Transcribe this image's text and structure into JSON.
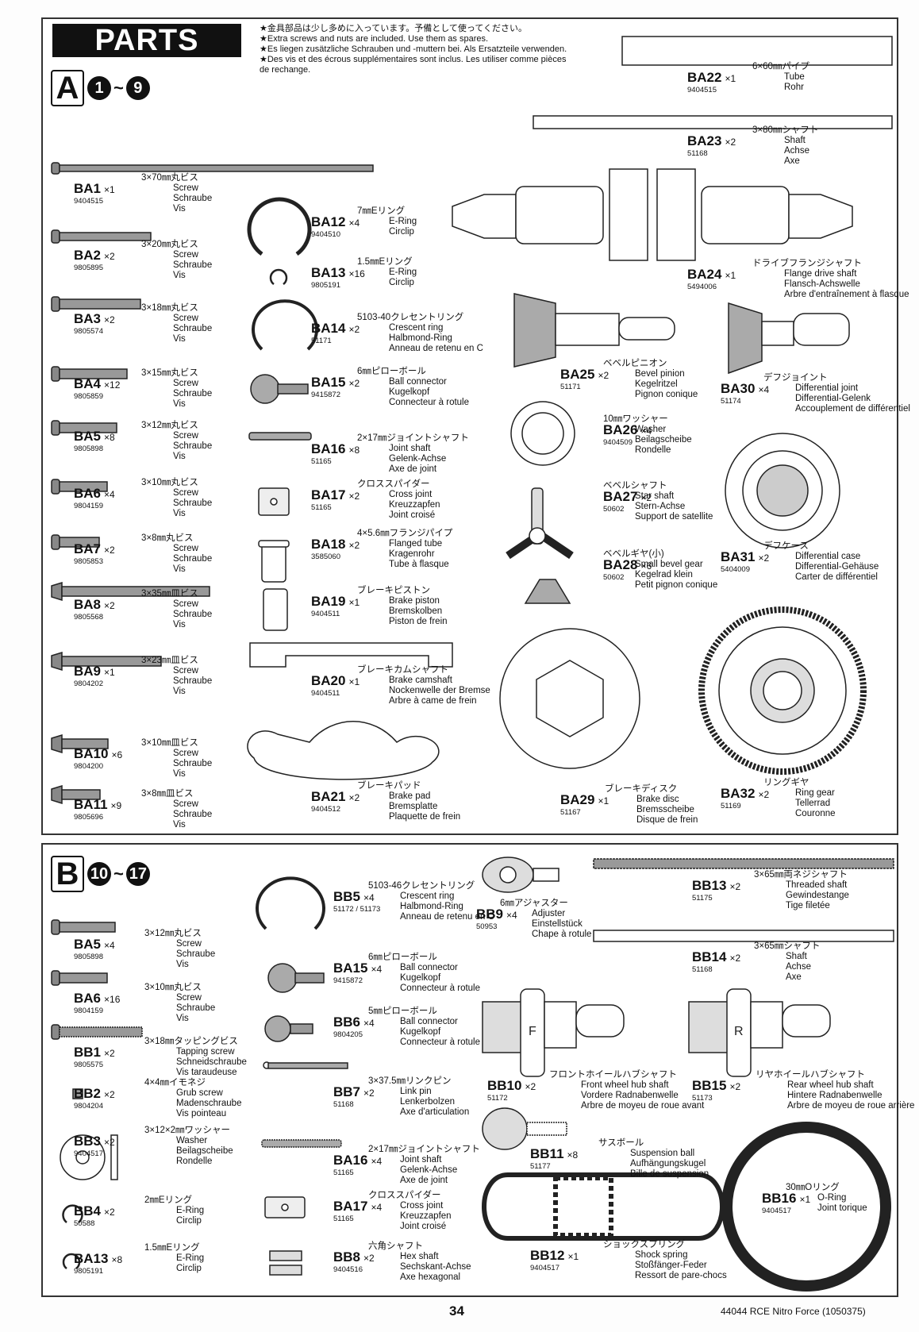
{
  "header": {
    "title": "PARTS",
    "notes": [
      "★金具部品は少し多めに入っています。予備として使ってください。",
      "★Extra screws and nuts are included. Use them as spares.",
      "★Es liegen zusätzliche Schrauben und -muttern bei. Als Ersatzteile verwenden.",
      "★Des vis et des écrous supplémentaires sont inclus. Les utiliser comme pièces de rechange."
    ]
  },
  "sectionA": {
    "letter": "A",
    "from": "1",
    "to": "9"
  },
  "sectionB": {
    "letter": "B",
    "from": "10",
    "to": "17"
  },
  "partsA_left": [
    {
      "code": "BA1",
      "qty": "×1",
      "num": "9404515",
      "ja": "3×70㎜丸ビス",
      "en": "Screw",
      "de": "Schraube",
      "fr": "Vis"
    },
    {
      "code": "BA2",
      "qty": "×2",
      "num": "9805895",
      "ja": "3×20㎜丸ビス",
      "en": "Screw",
      "de": "Schraube",
      "fr": "Vis"
    },
    {
      "code": "BA3",
      "qty": "×2",
      "num": "9805574",
      "ja": "3×18㎜丸ビス",
      "en": "Screw",
      "de": "Schraube",
      "fr": "Vis"
    },
    {
      "code": "BA4",
      "qty": "×12",
      "num": "9805859",
      "ja": "3×15㎜丸ビス",
      "en": "Screw",
      "de": "Schraube",
      "fr": "Vis"
    },
    {
      "code": "BA5",
      "qty": "×8",
      "num": "9805898",
      "ja": "3×12㎜丸ビス",
      "en": "Screw",
      "de": "Schraube",
      "fr": "Vis"
    },
    {
      "code": "BA6",
      "qty": "×4",
      "num": "9804159",
      "ja": "3×10㎜丸ビス",
      "en": "Screw",
      "de": "Schraube",
      "fr": "Vis"
    },
    {
      "code": "BA7",
      "qty": "×2",
      "num": "9805853",
      "ja": "3×8㎜丸ビス",
      "en": "Screw",
      "de": "Schraube",
      "fr": "Vis"
    },
    {
      "code": "BA8",
      "qty": "×2",
      "num": "9805568",
      "ja": "3×35㎜皿ビス",
      "en": "Screw",
      "de": "Schraube",
      "fr": "Vis"
    },
    {
      "code": "BA9",
      "qty": "×1",
      "num": "9804202",
      "ja": "3×23㎜皿ビス",
      "en": "Screw",
      "de": "Schraube",
      "fr": "Vis"
    },
    {
      "code": "BA10",
      "qty": "×6",
      "num": "9804200",
      "ja": "3×10㎜皿ビス",
      "en": "Screw",
      "de": "Schraube",
      "fr": "Vis"
    },
    {
      "code": "BA11",
      "qty": "×9",
      "num": "9805696",
      "ja": "3×8㎜皿ビス",
      "en": "Screw",
      "de": "Schraube",
      "fr": "Vis"
    }
  ],
  "partsA_mid": [
    {
      "code": "BA12",
      "qty": "×4",
      "num": "9404510",
      "ja": "7㎜Eリング",
      "en": "E-Ring",
      "de": "Circlip",
      "fr": ""
    },
    {
      "code": "BA13",
      "qty": "×16",
      "num": "9805191",
      "ja": "1.5㎜Eリング",
      "en": "E-Ring",
      "de": "Circlip",
      "fr": ""
    },
    {
      "code": "BA14",
      "qty": "×2",
      "num": "51171",
      "ja": "5103-40クレセントリング",
      "en": "Crescent ring",
      "de": "Halbmond-Ring",
      "fr": "Anneau de retenu en C"
    },
    {
      "code": "BA15",
      "qty": "×2",
      "num": "9415872",
      "ja": "6㎜ピローボール",
      "en": "Ball connector",
      "de": "Kugelkopf",
      "fr": "Connecteur à rotule"
    },
    {
      "code": "BA16",
      "qty": "×8",
      "num": "51165",
      "ja": "2×17㎜ジョイントシャフト",
      "en": "Joint shaft",
      "de": "Gelenk-Achse",
      "fr": "Axe de joint"
    },
    {
      "code": "BA17",
      "qty": "×2",
      "num": "51165",
      "ja": "クロススパイダー",
      "en": "Cross joint",
      "de": "Kreuzzapfen",
      "fr": "Joint croisé"
    },
    {
      "code": "BA18",
      "qty": "×2",
      "num": "3585060",
      "ja": "4×5.6㎜フランジパイプ",
      "en": "Flanged tube",
      "de": "Kragenrohr",
      "fr": "Tube à flasque"
    },
    {
      "code": "BA19",
      "qty": "×1",
      "num": "9404511",
      "ja": "ブレーキピストン",
      "en": "Brake piston",
      "de": "Bremskolben",
      "fr": "Piston de frein"
    },
    {
      "code": "BA20",
      "qty": "×1",
      "num": "9404511",
      "ja": "ブレーキカムシャフト",
      "en": "Brake camshaft",
      "de": "Nockenwelle der Bremse",
      "fr": "Arbre à came de frein"
    },
    {
      "code": "BA21",
      "qty": "×2",
      "num": "9404512",
      "ja": "ブレーキパッド",
      "en": "Brake pad",
      "de": "Bremsplatte",
      "fr": "Plaquette de frein"
    }
  ],
  "partsA_right": [
    {
      "code": "BA22",
      "qty": "×1",
      "num": "9404515",
      "ja": "6×60㎜パイプ",
      "en": "Tube",
      "de": "Rohr",
      "fr": ""
    },
    {
      "code": "BA23",
      "qty": "×2",
      "num": "51168",
      "ja": "3×80㎜シャフト",
      "en": "Shaft",
      "de": "Achse",
      "fr": "Axe"
    },
    {
      "code": "BA24",
      "qty": "×1",
      "num": "5494006",
      "ja": "ドライブフランジシャフト",
      "en": "Flange drive shaft",
      "de": "Flansch-Achswelle",
      "fr": "Arbre d'entraînement à flasque"
    },
    {
      "code": "BA25",
      "qty": "×2",
      "num": "51171",
      "ja": "ベベルピニオン",
      "en": "Bevel pinion",
      "de": "Kegelritzel",
      "fr": "Pignon conique"
    },
    {
      "code": "BA30",
      "qty": "×4",
      "num": "51174",
      "ja": "デフジョイント",
      "en": "Differential joint",
      "de": "Differential-Gelenk",
      "fr": "Accouplement de différentiel"
    },
    {
      "code": "BA26",
      "qty": "×4",
      "num": "9404509",
      "ja": "10㎜ワッシャー",
      "en": "Washer",
      "de": "Beilagscheibe",
      "fr": "Rondelle"
    },
    {
      "code": "BA27",
      "qty": "×2",
      "num": "50602",
      "ja": "ベベルシャフト",
      "en": "Star shaft",
      "de": "Stern-Achse",
      "fr": "Support de satellite"
    },
    {
      "code": "BA28",
      "qty": "×6",
      "num": "50602",
      "ja": "ベベルギヤ(小)",
      "en": "Small bevel gear",
      "de": "Kegelrad klein",
      "fr": "Petit pignon conique"
    },
    {
      "code": "BA31",
      "qty": "×2",
      "num": "5404009",
      "ja": "デフケース",
      "en": "Differential case",
      "de": "Differential-Gehäuse",
      "fr": "Carter de différentiel"
    },
    {
      "code": "BA29",
      "qty": "×1",
      "num": "51167",
      "ja": "ブレーキディスク",
      "en": "Brake disc",
      "de": "Bremsscheibe",
      "fr": "Disque de frein"
    },
    {
      "code": "BA32",
      "qty": "×2",
      "num": "51169",
      "ja": "リングギヤ",
      "en": "Ring gear",
      "de": "Tellerrad",
      "fr": "Couronne"
    }
  ],
  "partsB_left": [
    {
      "code": "BA5",
      "qty": "×4",
      "num": "9805898",
      "ja": "3×12㎜丸ビス",
      "en": "Screw",
      "de": "Schraube",
      "fr": "Vis"
    },
    {
      "code": "BA6",
      "qty": "×16",
      "num": "9804159",
      "ja": "3×10㎜丸ビス",
      "en": "Screw",
      "de": "Schraube",
      "fr": "Vis"
    },
    {
      "code": "BB1",
      "qty": "×2",
      "num": "9805575",
      "ja": "3×18㎜タッピングビス",
      "en": "Tapping screw",
      "de": "Schneidschraube",
      "fr": "Vis taraudeuse"
    },
    {
      "code": "BB2",
      "qty": "×2",
      "num": "9804204",
      "ja": "4×4㎜イモネジ",
      "en": "Grub screw",
      "de": "Madenschraube",
      "fr": "Vis pointeau"
    },
    {
      "code": "BB3",
      "qty": "×2",
      "num": "9404517",
      "ja": "3×12×2㎜ワッシャー",
      "en": "Washer",
      "de": "Beilagscheibe",
      "fr": "Rondelle"
    },
    {
      "code": "BB4",
      "qty": "×2",
      "num": "50588",
      "ja": "2㎜Eリング",
      "en": "E-Ring",
      "de": "Circlip",
      "fr": ""
    },
    {
      "code": "BA13",
      "qty": "×8",
      "num": "9805191",
      "ja": "1.5㎜Eリング",
      "en": "E-Ring",
      "de": "Circlip",
      "fr": ""
    }
  ],
  "partsB_mid": [
    {
      "code": "BB5",
      "qty": "×4",
      "num": "51172 / 51173",
      "ja": "5103-46クレセントリング",
      "en": "Crescent ring",
      "de": "Halbmond-Ring",
      "fr": "Anneau de retenu en C"
    },
    {
      "code": "BA15",
      "qty": "×4",
      "num": "9415872",
      "ja": "6㎜ピローボール",
      "en": "Ball connector",
      "de": "Kugelkopf",
      "fr": "Connecteur à rotule"
    },
    {
      "code": "BB6",
      "qty": "×4",
      "num": "9804205",
      "ja": "5㎜ピローボール",
      "en": "Ball connector",
      "de": "Kugelkopf",
      "fr": "Connecteur à rotule"
    },
    {
      "code": "BB7",
      "qty": "×2",
      "num": "51168",
      "ja": "3×37.5㎜リンクピン",
      "en": "Link pin",
      "de": "Lenkerbolzen",
      "fr": "Axe d'articulation"
    },
    {
      "code": "BA16",
      "qty": "×4",
      "num": "51165",
      "ja": "2×17㎜ジョイントシャフト",
      "en": "Joint shaft",
      "de": "Gelenk-Achse",
      "fr": "Axe de joint"
    },
    {
      "code": "BA17",
      "qty": "×4",
      "num": "51165",
      "ja": "クロススパイダー",
      "en": "Cross joint",
      "de": "Kreuzzapfen",
      "fr": "Joint croisé"
    },
    {
      "code": "BB8",
      "qty": "×2",
      "num": "9404516",
      "ja": "六角シャフト",
      "en": "Hex shaft",
      "de": "Sechskant-Achse",
      "fr": "Axe hexagonal"
    }
  ],
  "partsB_right": [
    {
      "code": "BB9",
      "qty": "×4",
      "num": "50953",
      "ja": "6㎜アジャスター",
      "en": "Adjuster",
      "de": "Einstellstück",
      "fr": "Chape à rotule"
    },
    {
      "code": "BB13",
      "qty": "×2",
      "num": "51175",
      "ja": "3×65㎜両ネジシャフト",
      "en": "Threaded shaft",
      "de": "Gewindestange",
      "fr": "Tige filetée"
    },
    {
      "code": "BB14",
      "qty": "×2",
      "num": "51168",
      "ja": "3×65㎜シャフト",
      "en": "Shaft",
      "de": "Achse",
      "fr": "Axe"
    },
    {
      "code": "BB10",
      "qty": "×2",
      "num": "51172",
      "ja": "フロントホイールハブシャフト",
      "en": "Front wheel hub shaft",
      "de": "Vordere Radnabenwelle",
      "fr": "Arbre de moyeu de roue avant"
    },
    {
      "code": "BB15",
      "qty": "×2",
      "num": "51173",
      "ja": "リヤホイールハブシャフト",
      "en": "Rear wheel hub shaft",
      "de": "Hintere Radnabenwelle",
      "fr": "Arbre de moyeu de roue arrière"
    },
    {
      "code": "BB11",
      "qty": "×8",
      "num": "51177",
      "ja": "サスボール",
      "en": "Suspension ball",
      "de": "Aufhängungskugel",
      "fr": "Bille de suspension"
    },
    {
      "code": "BB12",
      "qty": "×1",
      "num": "9404517",
      "ja": "ショックスプリング",
      "en": "Shock spring",
      "de": "Stoßfänger-Feder",
      "fr": "Ressort de pare-chocs"
    },
    {
      "code": "BB16",
      "qty": "×1",
      "num": "9404517",
      "ja": "30㎜Oリング",
      "en": "O-Ring",
      "de": "Joint torique",
      "fr": ""
    }
  ],
  "hub_labels": {
    "front": "F",
    "rear": "R"
  },
  "footer": {
    "page": "34",
    "model": "44044  RCE Nitro Force (1050375)"
  }
}
